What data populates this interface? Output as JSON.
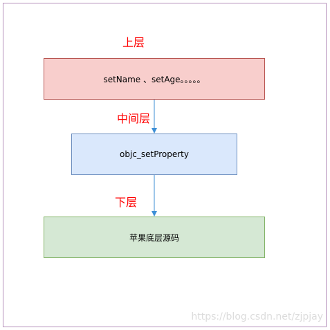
{
  "colors": {
    "label_text": "#ff0000",
    "top_fill": "#f8cecc",
    "top_border": "#b85450",
    "middle_fill": "#dae8fc",
    "middle_border": "#6c8ebf",
    "bottom_fill": "#d5e8d4",
    "bottom_border": "#82b366",
    "arrow": "#3d8fd6",
    "frame_border": "#b58fba"
  },
  "layers": {
    "top": {
      "label": "上层",
      "box_text": "setName 、setAge。。。。。"
    },
    "middle": {
      "label": "中间层",
      "box_text": "objc_setProperty"
    },
    "bottom": {
      "label": "下层",
      "box_text": "苹果底层源码"
    }
  },
  "watermark": "https://blog.csdn.net/zjpjay"
}
